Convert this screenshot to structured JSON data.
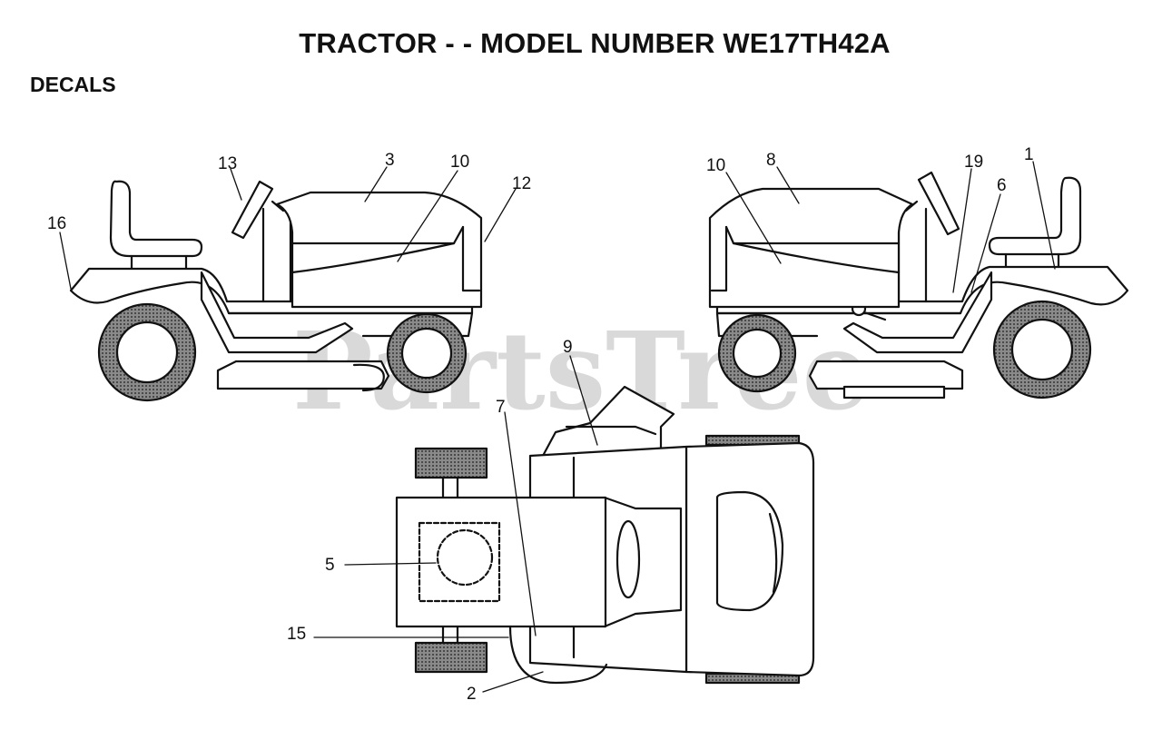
{
  "header": {
    "title": "TRACTOR - - MODEL NUMBER WE17TH42A",
    "section": "DECALS"
  },
  "watermark": "PartsTree",
  "callouts": [
    "13",
    "3",
    "10",
    "12",
    "16",
    "10",
    "8",
    "19",
    "1",
    "6",
    "9",
    "7",
    "5",
    "15",
    "2"
  ],
  "colors": {
    "ink": "#111111",
    "tire": "#6f6f6f",
    "watermark": "#d9d9d9"
  }
}
